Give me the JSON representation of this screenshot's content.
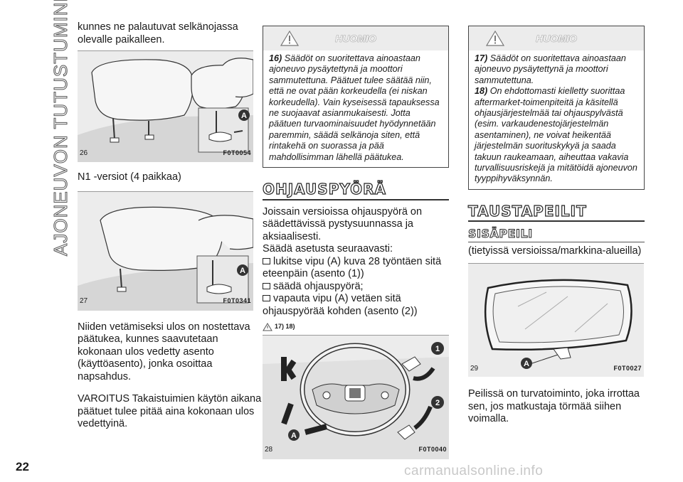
{
  "side_title": "AJONEUVON TUTUSTUMINEN",
  "page_number": "22",
  "watermark": "carmanualsonline.info",
  "col1": {
    "intro": "kunnes ne palautuvat selkänojassa olevalle paikalleen.",
    "fig26": {
      "num": "26",
      "code": "F0T0054",
      "label": "A"
    },
    "versions": "N1 -versiot (4 paikkaa)",
    "fig27": {
      "num": "27",
      "code": "F0T0341",
      "label": "A"
    },
    "para1": "Niiden vetämiseksi ulos on nostettava päätukea, kunnes saavutetaan kokonaan ulos vedetty asento (käyttöasento), jonka osoittaa napsahdus.",
    "para2": "VAROITUS Takaistuimien käytön aikana päätuet tulee pitää aina kokonaan ulos vedettyinä."
  },
  "col2": {
    "warning_title": "HUOMIO",
    "warning_num": "16)",
    "warning_text": "Säädöt on suoritettava ainoastaan ajoneuvo pysäytettynä ja moottori sammutettuna. Päätuet tulee säätää niin, että ne ovat pään korkeudella (ei niskan korkeudella). Vain kyseisessä tapauksessa ne suojaavat asianmukaisesti. Jotta päätuen turvaominaisuudet hyödynnetään paremmin, säädä selkänoja siten, että rintakehä on suorassa ja pää mahdollisimman lähellä päätukea.",
    "heading": "OHJAUSPYÖRÄ",
    "para1": "Joissain versioissa ohjauspyörä on säädettävissä pystysuunnassa ja aksiaalisesti.",
    "para2": "Säädä asetusta seuraavasti:",
    "bullets": [
      "lukitse vipu (A) kuva 28 työntäen sitä eteenpäin (asento (1))",
      "säädä ohjauspyörä;",
      "vapauta vipu (A) vetäen sitä ohjauspyörää kohden (asento (2))"
    ],
    "refs": "17)  18)",
    "fig28": {
      "num": "28",
      "code": "F0T0040",
      "label_a": "A",
      "label_1": "1",
      "label_2": "2"
    }
  },
  "col3": {
    "warning_title": "HUOMIO",
    "w1_num": "17)",
    "w1_text": "Säädöt on suoritettava ainoastaan ajoneuvo pysäytettynä ja moottori sammutettuna.",
    "w2_num": "18)",
    "w2_text": "On ehdottomasti kielletty suorittaa aftermarket-toimenpiteitä ja käsitellä ohjausjärjestelmää tai ohjauspylvästä (esim. varkaudenestojärjestelmän asentaminen), ne voivat heikentää järjestelmän suorituskykyä ja saada takuun raukeamaan, aiheuttaa vakavia turvallisuusriskejä ja mitätöidä ajoneuvon tyyppihyväksynnän.",
    "heading": "TAUSTAPEILIT",
    "subheading": "SISÄPEILI",
    "sub_note": "(tietyissä versioissa/markkina-alueilla)",
    "fig29": {
      "num": "29",
      "code": "F0T0027",
      "label": "A"
    },
    "para": "Peilissä on turvatoiminto, joka irrottaa sen, jos matkustaja törmää siihen voimalla."
  }
}
